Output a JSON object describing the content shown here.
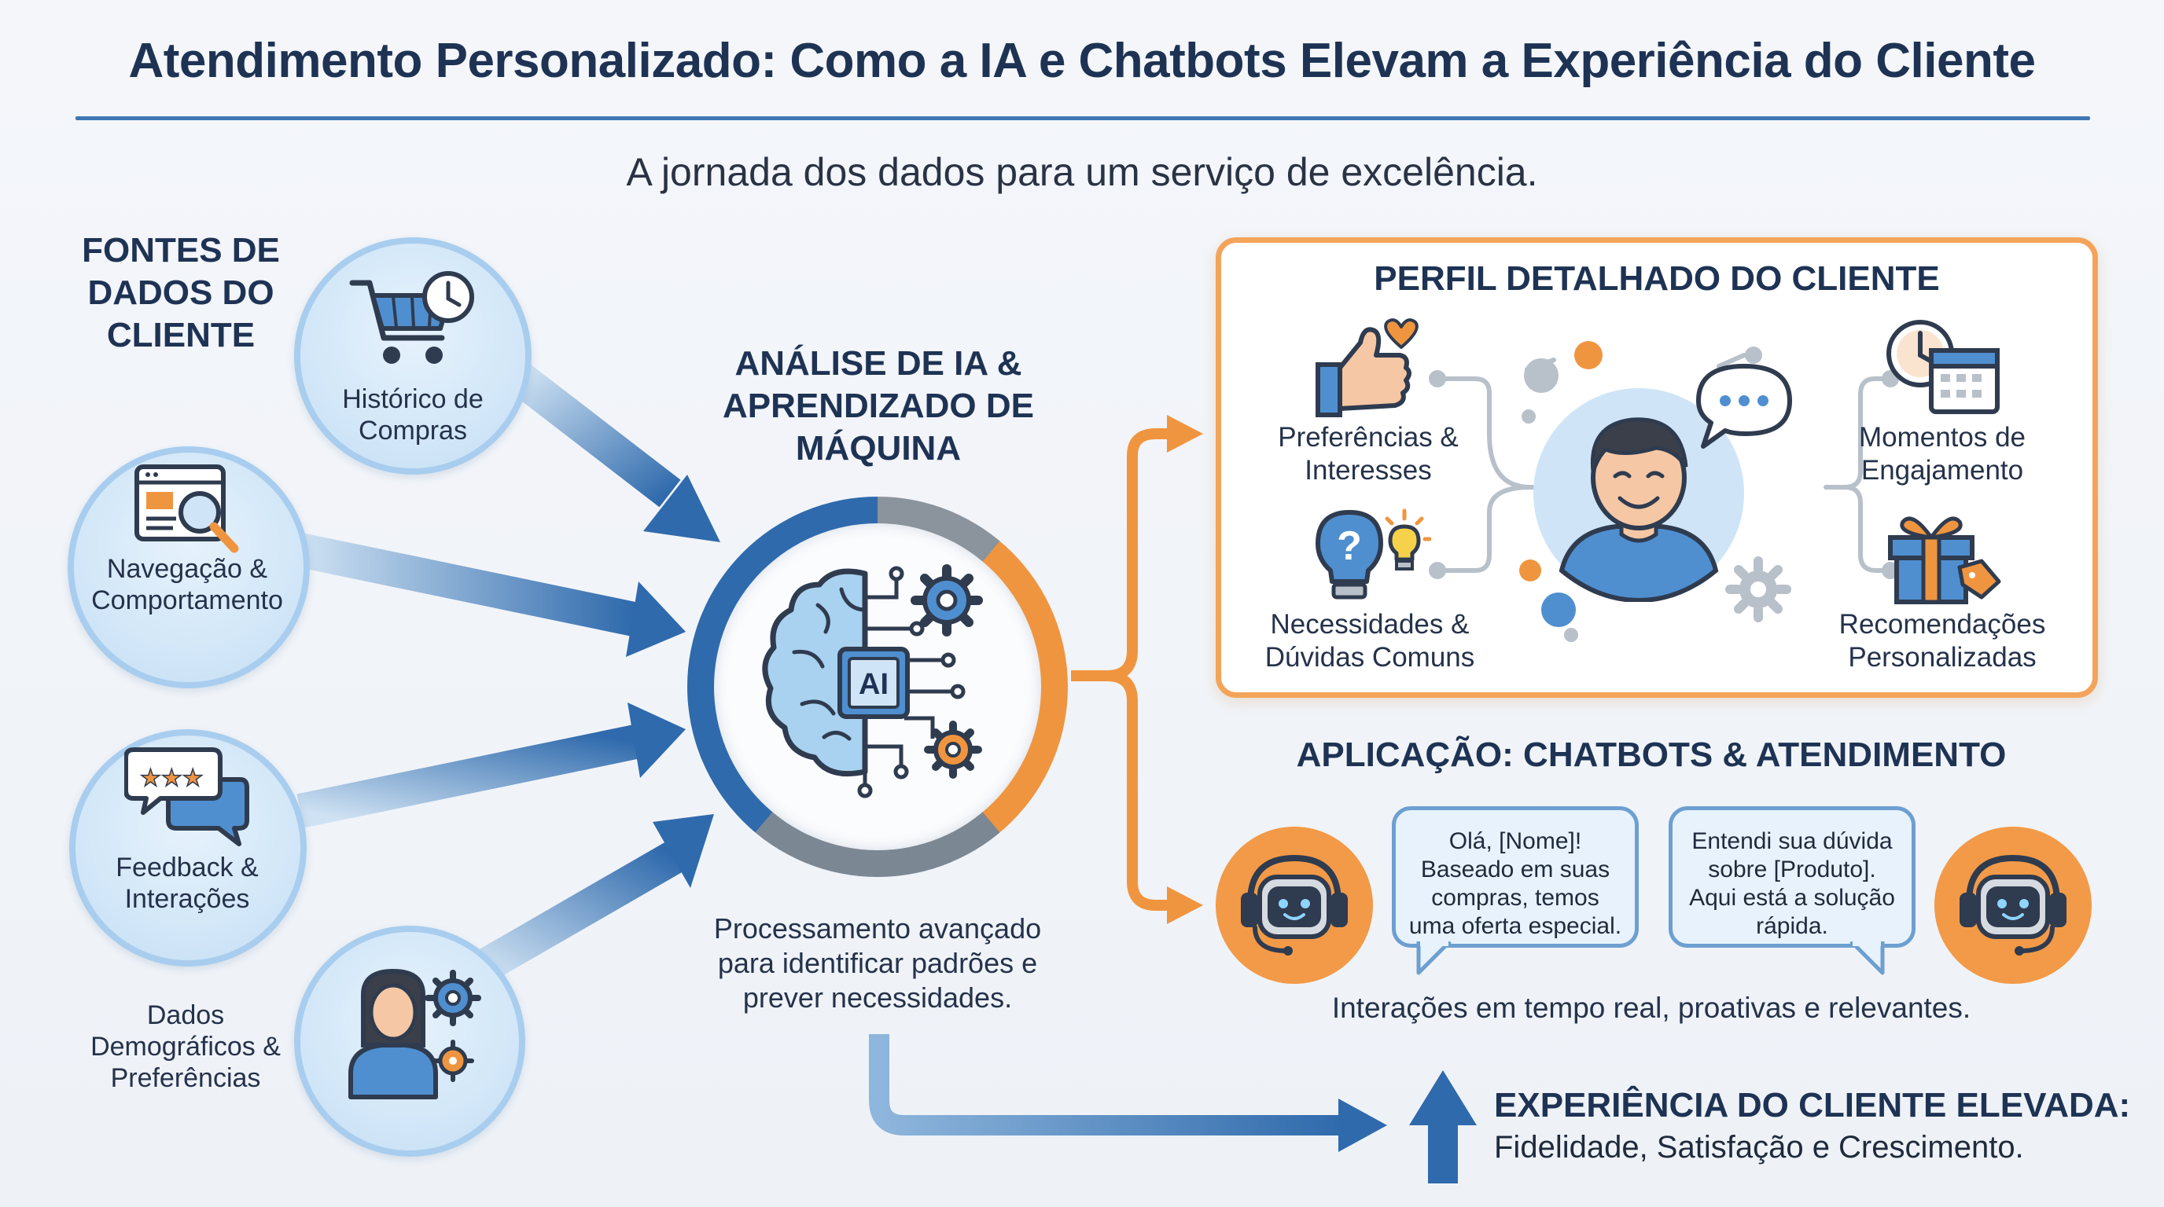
{
  "header": {
    "title": "Atendimento Personalizado: Como a IA e Chatbots Elevam a Experiência do Cliente",
    "subtitle": "A jornada dos dados para um serviço de excelência."
  },
  "sources": {
    "title_lines": [
      "FONTES DE",
      "DADOS DO",
      "CLIENTE"
    ],
    "items": [
      {
        "label_lines": [
          "Histórico de",
          "Compras"
        ],
        "icon": "shopping-cart-clock-icon"
      },
      {
        "label_lines": [
          "Navegação &",
          "Comportamento"
        ],
        "icon": "browser-magnifier-icon"
      },
      {
        "label_lines": [
          "Feedback &",
          "Interações"
        ],
        "icon": "rating-chat-icon"
      },
      {
        "label_lines": [
          "Dados",
          "Demográficos &",
          "Preferências"
        ],
        "icon": "person-gears-icon"
      }
    ]
  },
  "analysis": {
    "title_lines": [
      "ANÁLISE DE IA &",
      "APRENDIZADO DE",
      "MÁQUINA"
    ],
    "chip_label": "AI",
    "caption_lines": [
      "Processamento avançado",
      "para identificar padrões e",
      "prever necessidades."
    ],
    "icon": "ai-brain-circuit-icon"
  },
  "profile": {
    "title": "PERFIL DETALHADO DO CLIENTE",
    "items": [
      {
        "label_lines": [
          "Preferências &",
          "Interesses"
        ],
        "icon": "thumbs-up-heart-icon"
      },
      {
        "label_lines": [
          "Necessidades &",
          "Dúvidas Comuns"
        ],
        "icon": "question-bulb-icon"
      },
      {
        "label_lines": [
          "Momentos de",
          "Engajamento"
        ],
        "icon": "clock-calendar-icon"
      },
      {
        "label_lines": [
          "Recomendações",
          "Personalizadas"
        ],
        "icon": "gift-tag-icon"
      }
    ]
  },
  "application": {
    "title": "APLICAÇÃO: CHATBOTS & ATENDIMENTO",
    "bubbles": [
      {
        "lines": [
          "Olá, [Nome]!",
          "Baseado em suas",
          "compras, temos",
          "uma oferta especial."
        ]
      },
      {
        "lines": [
          "Entendi sua dúvida",
          "sobre [Produto].",
          "Aqui está a solução",
          "rápida."
        ]
      }
    ],
    "footer": "Interações em tempo real, proativas e relevantes."
  },
  "result": {
    "title": "EXPERIÊNCIA DO CLIENTE ELEVADA:",
    "subtitle": "Fidelidade, Satisfação e Crescimento."
  },
  "colors": {
    "navy": "#1e3354",
    "blue": "#3f78b4",
    "orange": "#f0953f",
    "light_blue": "#cfe5f7"
  }
}
